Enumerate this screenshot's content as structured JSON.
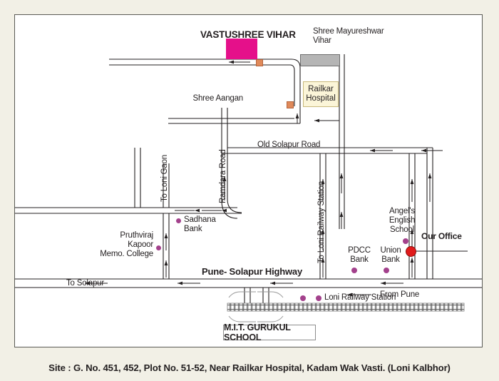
{
  "document": {
    "title": "Vastushree Vihar location map",
    "background_color": "#f2f0e6",
    "map_background_color": "#ffffff",
    "border_color": "#5a5a55"
  },
  "footer": {
    "text": "Site : G. No. 451, 452, Plot No. 51-52, Near Railkar Hospital, Kadam Wak Vasti. (Loni Kalbhor)"
  },
  "map": {
    "title_label": "VASTUSHREE VIHAR",
    "landmarks": {
      "mayureshwar": "Shree Mayureshwar\nVihar",
      "hospital_line1": "Railkar",
      "hospital_line2": "Hospital",
      "aangan": "Shree Aangan",
      "old_solapur_road": "Old Solapur Road",
      "ramdara_road": "Ramdara Road",
      "to_loni_gaon": "To Loni Gaon",
      "to_loni_railway_station": "To Loni Railway Station",
      "sadhana_bank": "Sadhana\nBank",
      "pruthviraj_college": "Pruthviraj\nKapoor\nMemo. College",
      "angels_school": "Angel's\nEnglish\nSchool",
      "pdcc_bank": "PDCC\nBank",
      "union_bank": "Union\nBank",
      "our_office": "Our Office",
      "pune_solapur_highway": "Pune- Solapur Highway",
      "to_solapur": "To Solapur",
      "from_pune": "From Pune",
      "loni_railway_station": "Loni Railway Station",
      "mit_gurukul_school": "M.I.T. GURUKUL SCHOOL"
    },
    "colors": {
      "vastushree_building": "#e5108a",
      "mayureshwar_block": "#b5b5b5",
      "hospital_fill": "#fbf5d8",
      "hospital_stroke": "#c8b97a",
      "poi_dot": "#a3418c",
      "office_dot": "#e01b1b",
      "orange_marker": "#e08a5a",
      "road_stroke": "#231f20"
    }
  }
}
